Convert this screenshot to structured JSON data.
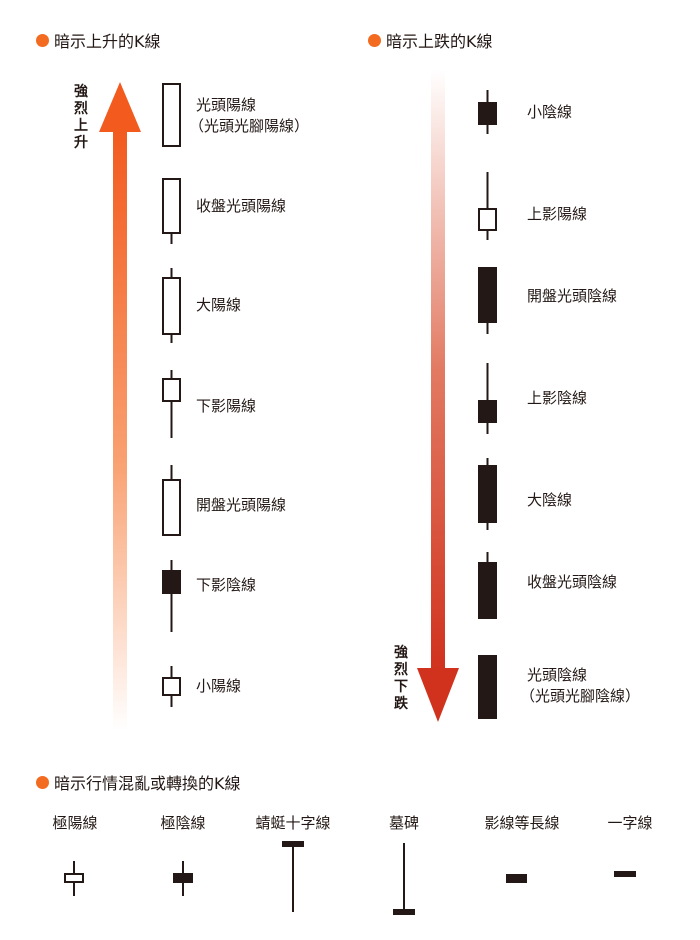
{
  "colors": {
    "accent": "#f26b21",
    "rise_arrow": "#f25a1e",
    "fall_arrow": "#d0321e",
    "candle": "#231815"
  },
  "sections": {
    "rise": {
      "title": "暗示上升的K線",
      "arrow_label": "強烈上升",
      "items": [
        {
          "label": "光頭陽線",
          "sub": "（光頭光腳陽線）"
        },
        {
          "label": "收盤光頭陽線"
        },
        {
          "label": "大陽線"
        },
        {
          "label": "下影陽線"
        },
        {
          "label": "開盤光頭陽線"
        },
        {
          "label": "下影陰線"
        },
        {
          "label": "小陽線"
        }
      ]
    },
    "fall": {
      "title": "暗示上跌的K線",
      "arrow_label": "強烈下跌",
      "items": [
        {
          "label": "小陰線"
        },
        {
          "label": "上影陽線"
        },
        {
          "label": "開盤光頭陰線"
        },
        {
          "label": "上影陰線"
        },
        {
          "label": "大陰線"
        },
        {
          "label": "收盤光頭陰線"
        },
        {
          "label": "光頭陰線",
          "sub": "（光頭光腳陰線）"
        }
      ]
    },
    "mixed": {
      "title": "暗示行情混亂或轉換的K線",
      "items": [
        {
          "label": "極陽線"
        },
        {
          "label": "極陰線"
        },
        {
          "label": "蜻蜓十字線"
        },
        {
          "label": "墓碑"
        },
        {
          "label": "影線等長線"
        },
        {
          "label": "一字線"
        }
      ]
    }
  }
}
